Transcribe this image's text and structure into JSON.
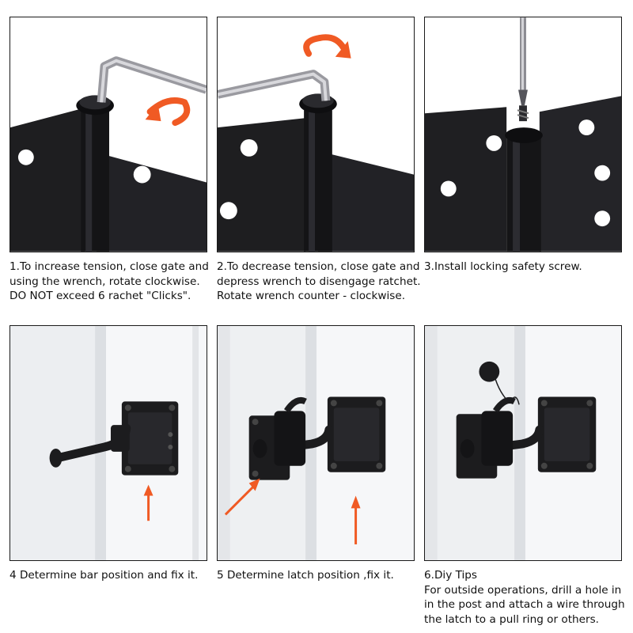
{
  "steps": [
    {
      "lines": [
        "1.To increase tension, close gate and",
        "using the wrench, rotate clockwise.",
        "DO NOT exceed 6 rachet \"Clicks\"."
      ]
    },
    {
      "lines": [
        "2.To decrease tension, close gate and",
        "depress wrench to disengage ratchet.",
        "Rotate wrench counter - clockwise."
      ]
    },
    {
      "lines": [
        "3.Install locking safety screw."
      ]
    },
    {
      "lines": [
        "4 Determine bar position and fix it."
      ]
    },
    {
      "lines": [
        "5 Determine latch position ,fix it."
      ]
    },
    {
      "lines": [
        "6.Diy Tips",
        "For outside operations, drill a hole in",
        "in the post and attach a wire through",
        "the latch to a pull ring or others."
      ]
    }
  ],
  "colors": {
    "arrow": "#f05a24",
    "hardware": "#1c1c1e",
    "frame": "#1a1a1a",
    "wall": "#f3f4f6"
  },
  "icons": [
    "hinge-image",
    "hex-wrench-icon",
    "clockwise-arrow-icon",
    "counter-clockwise-arrow-icon",
    "screwdriver-icon",
    "gate-bar-image",
    "gate-latch-image",
    "pull-ring-icon",
    "up-arrow-icon"
  ]
}
